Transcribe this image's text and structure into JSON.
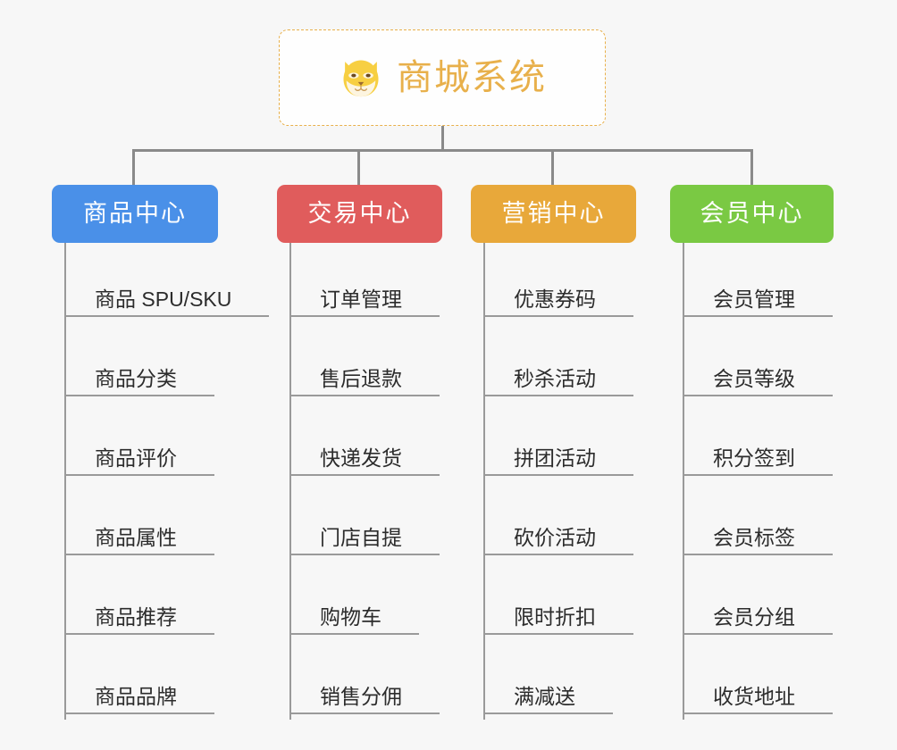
{
  "root": {
    "title": "商城系统",
    "icon": "shiba-dog-emoji",
    "border_color": "#e8b04b",
    "text_color": "#e8b04b"
  },
  "connector_color": "#8a8a8a",
  "background_color": "#f7f7f7",
  "columns": [
    {
      "id": "product-center",
      "label": "商品中心",
      "color": "#4a90e8",
      "items": [
        "商品 SPU/SKU",
        "商品分类",
        "商品评价",
        "商品属性",
        "商品推荐",
        "商品品牌"
      ]
    },
    {
      "id": "trade-center",
      "label": "交易中心",
      "color": "#e05c5c",
      "items": [
        "订单管理",
        "售后退款",
        "快递发货",
        "门店自提",
        "购物车",
        "销售分佣"
      ]
    },
    {
      "id": "marketing-center",
      "label": "营销中心",
      "color": "#e8a83a",
      "items": [
        "优惠券码",
        "秒杀活动",
        "拼团活动",
        "砍价活动",
        "限时折扣",
        "满减送"
      ]
    },
    {
      "id": "member-center",
      "label": "会员中心",
      "color": "#7ac943",
      "items": [
        "会员管理",
        "会员等级",
        "积分签到",
        "会员标签",
        "会员分组",
        "收货地址"
      ]
    }
  ]
}
